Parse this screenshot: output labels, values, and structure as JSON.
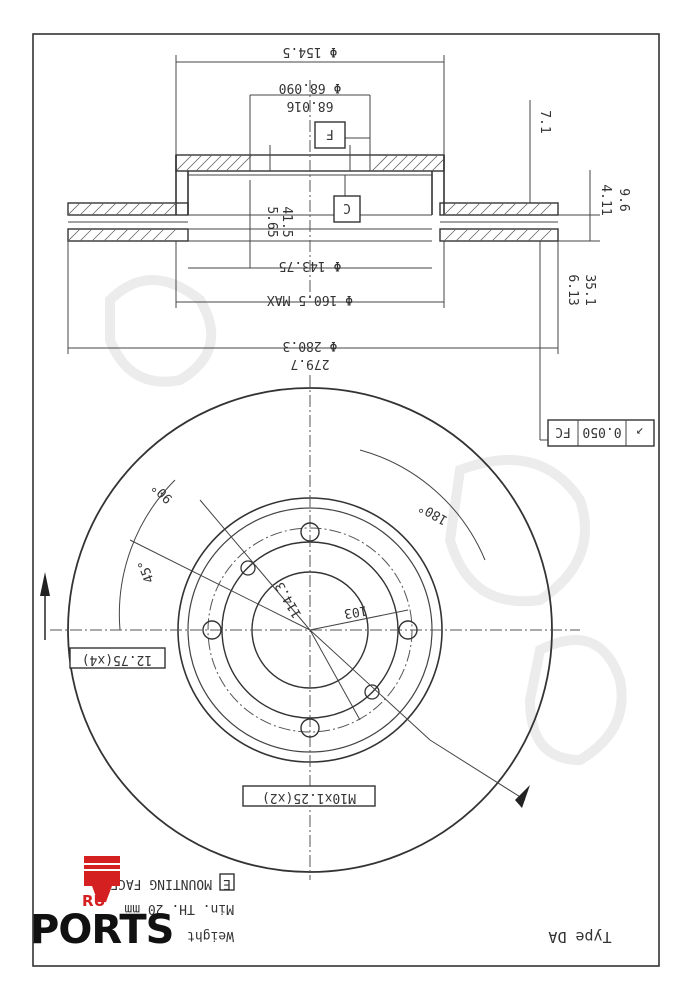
{
  "dimensions": {
    "d_outer_top": "Φ 154.5",
    "d_hub_max": "Φ 68.090",
    "d_hub_min": "68.016",
    "box_f": "F",
    "box_c": "C",
    "d_143": "Φ 143.75",
    "d_160": "Φ 160.5 MAX",
    "d_280": "Φ 280.3",
    "d_279": "279.7",
    "h_left_1": "5.65",
    "h_left_2": "41.5",
    "right_top": "7.1",
    "right_mid_1": "4.11",
    "right_mid_2": "9.6",
    "right_bot_1": "6.13",
    "right_bot_2": "35.1",
    "tolerance_fc": "FC",
    "tolerance_val": "0.050",
    "tolerance_sym": "↗",
    "angle_90": "90°",
    "angle_45": "45°",
    "angle_180": "180°",
    "pcd": "114.3",
    "pcd_r": "103",
    "hole_label": "12.75(x4)",
    "thread_label": "M10x1.25(x2)"
  },
  "notes": {
    "line1_box": "E",
    "line1": "MOUNTING FACE",
    "line2": "Min. TH. 20 mm",
    "line3": "Weight"
  },
  "type_label": "Type DA",
  "logo": {
    "brand": "PORTS",
    "suffix": "RU",
    "accent": "#d42020"
  }
}
